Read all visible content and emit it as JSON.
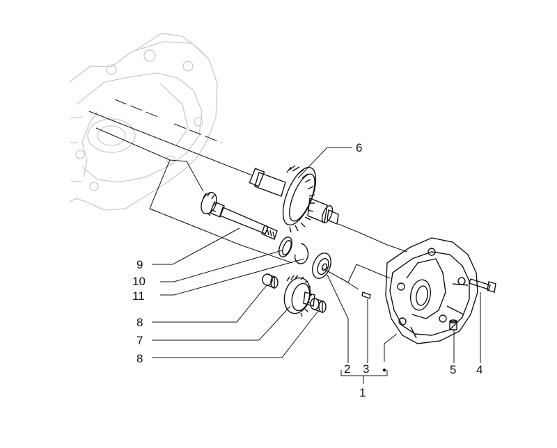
{
  "diagram": {
    "callouts": [
      {
        "id": "c1",
        "text": "1"
      },
      {
        "id": "c2",
        "text": "2"
      },
      {
        "id": "c3",
        "text": "3"
      },
      {
        "id": "c4",
        "text": "4"
      },
      {
        "id": "c5",
        "text": "5"
      },
      {
        "id": "c6",
        "text": "6"
      },
      {
        "id": "c7",
        "text": "7"
      },
      {
        "id": "c8a",
        "text": "8"
      },
      {
        "id": "c8b",
        "text": "8"
      },
      {
        "id": "c9",
        "text": "9"
      },
      {
        "id": "c10",
        "text": "10"
      },
      {
        "id": "c11",
        "text": "11"
      }
    ]
  }
}
